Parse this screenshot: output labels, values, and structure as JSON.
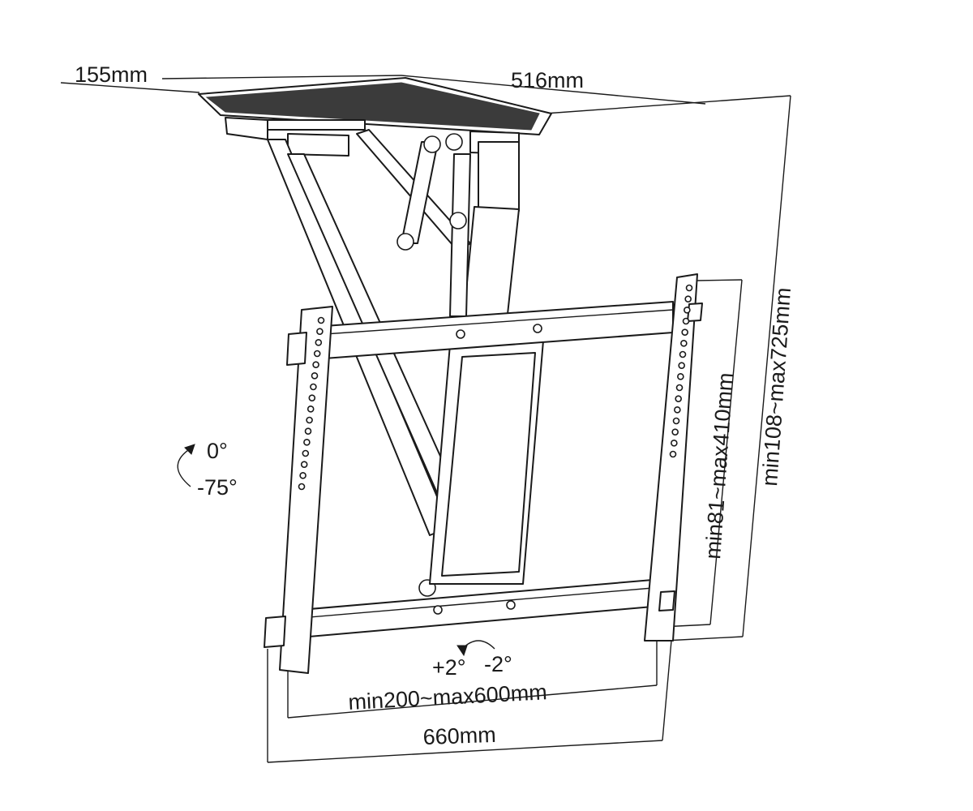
{
  "title": "Ceiling TV mount dimension drawing",
  "dimensions": {
    "mount_depth": "155mm",
    "mount_width": "516mm",
    "drop_height": "min108~max725mm",
    "vertical_hole_spacing": "min81~max410mm",
    "horizontal_hole_spacing": "min200~max600mm",
    "overall_width": "660mm"
  },
  "tilt": {
    "upper": "0°",
    "lower": "-75°"
  },
  "level_adjust": {
    "plus": "+2°",
    "minus": "-2°"
  },
  "colors": {
    "line": "#1a1a1a",
    "background": "#ffffff"
  }
}
